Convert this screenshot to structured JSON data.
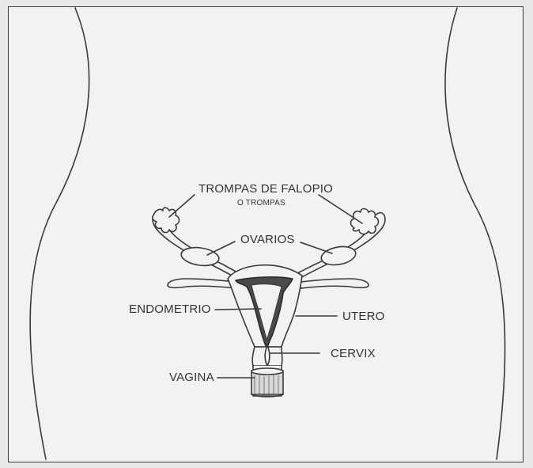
{
  "labels": {
    "trompas": "TROMPAS DE FALOPIO",
    "trompas_sub": "O TROMPAS",
    "ovarios": "OVARIOS",
    "endometrio": "ENDOMETRIO",
    "utero": "UTERO",
    "cervix": "CERVIX",
    "vagina": "VAGINA"
  },
  "colors": {
    "line": "#3a3a3a",
    "fill": "#f2f2f2",
    "dark_fill": "#4a4a4a",
    "text": "#333333"
  }
}
